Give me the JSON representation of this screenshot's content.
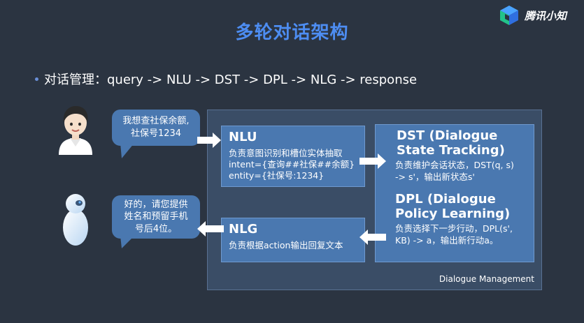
{
  "title": "多轮对话架构",
  "brand": {
    "name": "腾讯小知"
  },
  "bullet": "对话管理：query -> NLU -> DST -> DPL -> NLG -> response",
  "user_bubble": {
    "line1": "我想查社保余额,",
    "line2": "社保号1234"
  },
  "bot_bubble": {
    "line1": "好的，请您提供",
    "line2": "姓名和预留手机",
    "line3": "号后4位。"
  },
  "nlu": {
    "title": "NLU",
    "line1": "负责意图识别和槽位实体抽取",
    "line2": "intent={查询##社保##余额}",
    "line3": "entity={社保号:1234}"
  },
  "dst": {
    "title1": "DST (Dialogue",
    "title2": "State Tracking)",
    "line1": "负责维护会话状态，DST(q, s)",
    "line2": "-> s'，输出新状态s'"
  },
  "dpl": {
    "title1": "DPL (Dialogue",
    "title2": "Policy Learning)",
    "line1": "负责选择下一步行动，DPL(s',",
    "line2": "KB) -> a，输出新行动a。"
  },
  "nlg": {
    "title": "NLG",
    "line1": "负责根据action输出回复文本"
  },
  "frame_label": "Dialogue Management",
  "colors": {
    "background": "#2b3441",
    "title": "#4d8df2",
    "box": "#4a78b0",
    "frame": "#3a4d66"
  }
}
